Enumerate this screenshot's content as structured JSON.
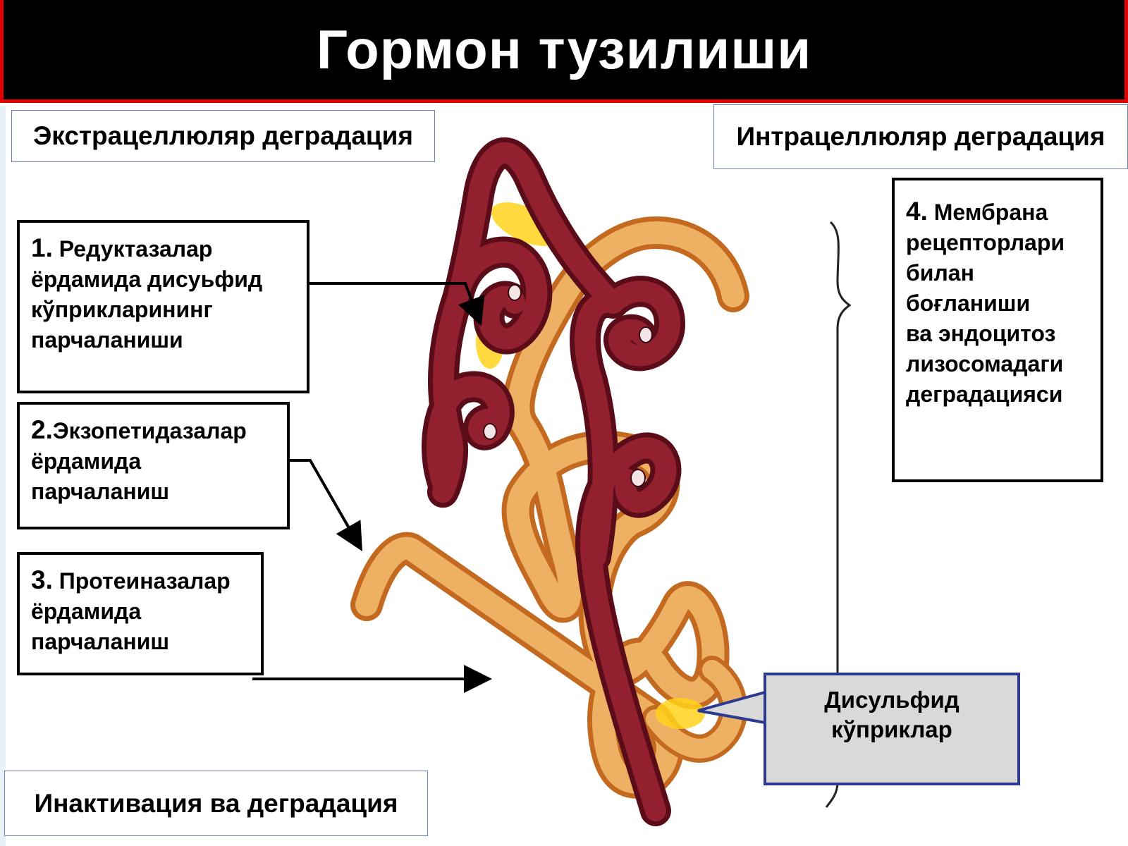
{
  "title": "Гормон тузилиши",
  "extracellular_header": "Экстрацеллюляр деградация",
  "intracellular_header": "Интрацеллюляр деградация",
  "footer_label": "Инактивация ва деградация",
  "steps": [
    {
      "number": "1.",
      "lines": [
        "Редуктазалар",
        "ёрдамида дисуьфид",
        "кўприкларининг",
        "парчаланиши"
      ]
    },
    {
      "number": "2.",
      "lines": [
        "Экзопетидазалар",
        "ёрдамида",
        "парчаланиш"
      ]
    },
    {
      "number": "3.",
      "lines": [
        "Протеиназалар",
        "ёрдамида",
        "парчаланиш"
      ]
    },
    {
      "number": "4.",
      "lines": [
        "Мембрана",
        "рецепторлари",
        "билан",
        "боғланиши",
        "ва эндоцитоз",
        "лизосомадаги",
        "деградацияси"
      ]
    }
  ],
  "callout": {
    "lines": [
      "Дисульфид",
      "кўприклар"
    ]
  },
  "colors": {
    "title_bg": "#000000",
    "title_border": "#e00000",
    "chain_dark": "#8e1c2e",
    "chain_light": "#e9a652",
    "bridge": "#ffd21a",
    "callout_border": "#2c3a90",
    "callout_bg": "#d9d9d9"
  }
}
